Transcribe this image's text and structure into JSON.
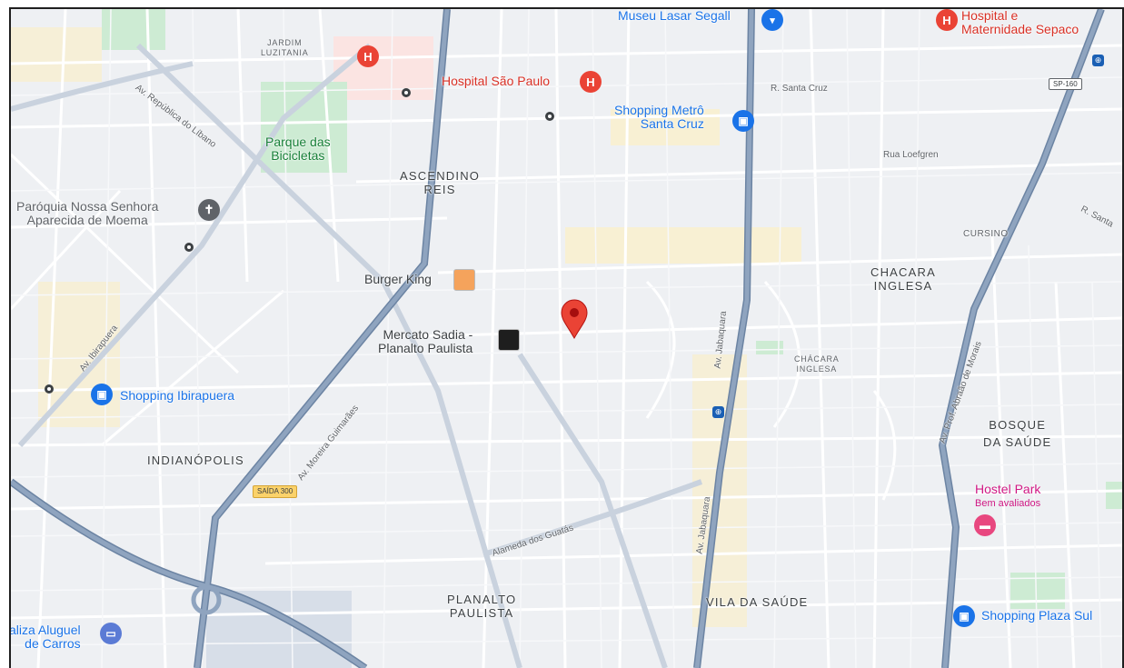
{
  "neighborhoods": {
    "jardim_luzitania": [
      "JARDIM",
      "LUZITANIA"
    ],
    "ascendino_reis": [
      "ASCENDINO",
      "REIS"
    ],
    "chacara_inglesa": [
      "CHACARA",
      "INGLESA"
    ],
    "chacara_inglesa_small": [
      "CHÁCARA",
      "INGLESA"
    ],
    "indianopolis": "INDIANÓPOLIS",
    "bosque_da_saude": [
      "BOSQUE",
      "DA SAÚDE"
    ],
    "planalto_paulista": [
      "PLANALTO",
      "PAULISTA"
    ],
    "vila_da_saude": "VILA DA SAÚDE"
  },
  "places": {
    "museu": "Museu Lasar Segall",
    "hospital_maternidade": [
      "Hospital e",
      "Maternidade Sepaco"
    ],
    "hospital_sao_paulo": "Hospital São Paulo",
    "shopping_metro": [
      "Shopping Metrô",
      "Santa Cruz"
    ],
    "parque": [
      "Parque das",
      "Bicicletas"
    ],
    "paroquia": [
      "Paróquia Nossa Senhora",
      "Aparecida de Moema"
    ],
    "burger_king": "Burger King",
    "mercato": [
      "Mercato Sadia -",
      "Planalto Paulista"
    ],
    "shopping_ibirapuera": "Shopping Ibirapuera",
    "hostel_park": "Hostel Park",
    "hostel_rating": "Bem avaliados",
    "shopping_plaza_sul": "Shopping Plaza Sul",
    "localiza": [
      "aliza Aluguel",
      "de Carros"
    ]
  },
  "streets": {
    "republica_libano": "Av. República do Líbano",
    "santa_cruz": "R. Santa Cruz",
    "loefgren": "Rua Loefgren",
    "santa": "R. Santa",
    "cursino": "CURSINO",
    "ibirapuera": "Av. Ibirapuera",
    "moreira_guimaraes": "Av. Moreira Guimarães",
    "jabaquara": "Av. Jabaquara",
    "abraao_morais": "Av. Prof. Abraão de Morais",
    "guatas": "Alameda dos Guatás"
  },
  "shields": {
    "sp160": "SP-160",
    "saida300": "SAÍDA 300"
  },
  "colors": {
    "map_bg": "#eef0f3",
    "road_minor": "#ffffff",
    "road_major": "#8fa4bf",
    "road_casing": "#6c84a3",
    "park": "#cdebd3",
    "commercial": "#fcefc5",
    "hospital_area": "#fbe4e2",
    "pin": "#ea4335",
    "shopping": "#1a73e8",
    "hotel": "#e8477f"
  }
}
